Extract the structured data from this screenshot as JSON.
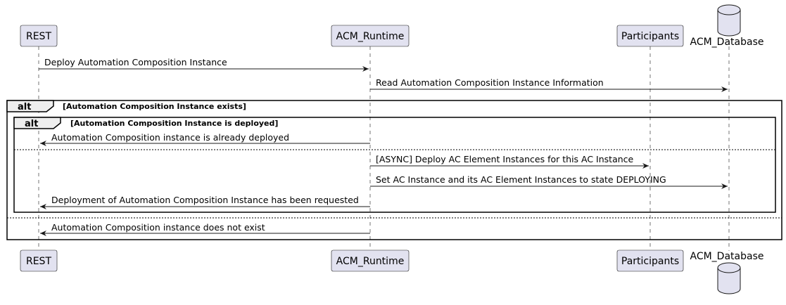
{
  "participants": [
    {
      "id": "rest",
      "name": "REST"
    },
    {
      "id": "runtime",
      "name": "ACM_Runtime"
    },
    {
      "id": "participants",
      "name": "Participants"
    },
    {
      "id": "database",
      "name": "ACM_Database"
    }
  ],
  "messages": [
    {
      "from": "rest",
      "to": "runtime",
      "text": "Deploy Automation Composition Instance"
    },
    {
      "from": "runtime",
      "to": "database",
      "text": "Read Automation Composition Instance Information"
    },
    {
      "from": "runtime",
      "to": "rest",
      "text": "Automation Composition instance is already deployed"
    },
    {
      "from": "runtime",
      "to": "participants",
      "text": "[ASYNC] Deploy AC Element Instances for this AC Instance"
    },
    {
      "from": "runtime",
      "to": "database",
      "text": "Set AC Instance and its AC Element Instances to state DEPLOYING"
    },
    {
      "from": "runtime",
      "to": "rest",
      "text": "Deployment of Automation Composition Instance has been requested"
    },
    {
      "from": "runtime",
      "to": "rest",
      "text": "Automation Composition instance does not exist"
    }
  ],
  "fragments": [
    {
      "keyword": "alt",
      "guard": "[Automation Composition Instance exists]"
    },
    {
      "keyword": "alt",
      "guard": "[Automation Composition Instance is deployed]"
    }
  ]
}
